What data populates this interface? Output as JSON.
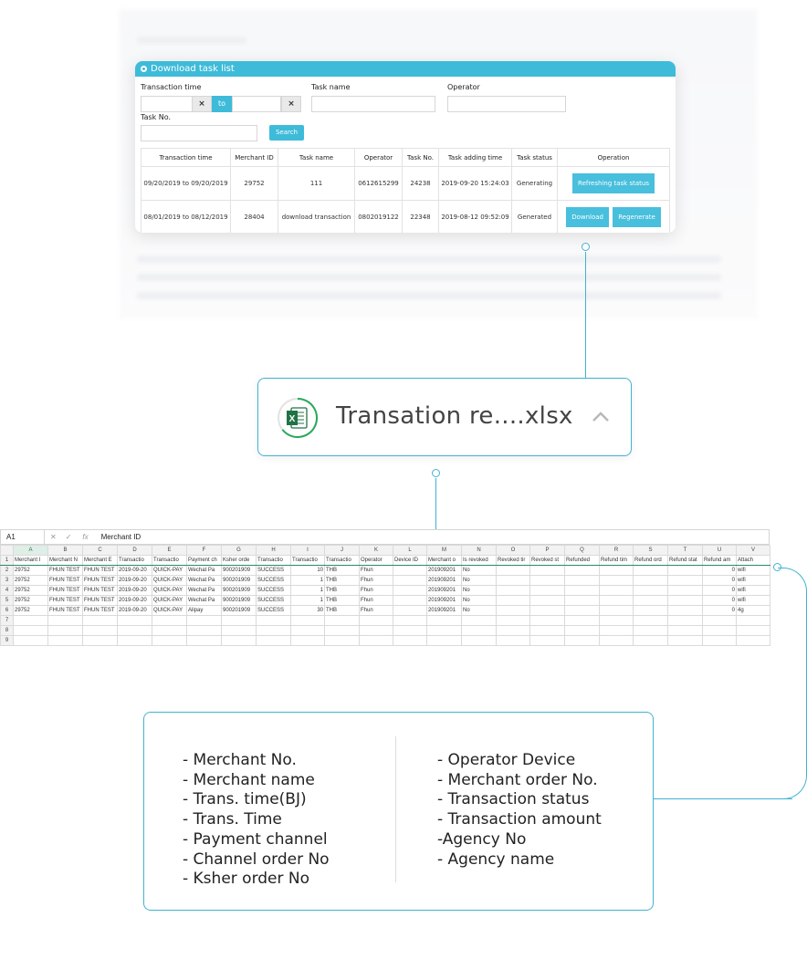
{
  "panel": {
    "title": "Download task list",
    "filters": {
      "transaction_time_label": "Transaction time",
      "clear_glyph": "×",
      "to_label": "to",
      "task_name_label": "Task name",
      "operator_label": "Operator",
      "task_no_label": "Task No.",
      "search_label": "Search"
    },
    "table": {
      "headers": [
        "Transaction time",
        "Merchant ID",
        "Task name",
        "Operator",
        "Task No.",
        "Task adding time",
        "Task status",
        "Operation"
      ],
      "rows": [
        {
          "transaction_time": "09/20/2019 to 09/20/2019",
          "merchant_id": "29752",
          "task_name": "111",
          "operator": "0612615299",
          "task_no": "24238",
          "task_adding_time": "2019-09-20 15:24:03",
          "task_status": "Generating",
          "actions": [
            "Refreshing task status"
          ]
        },
        {
          "transaction_time": "08/01/2019 to 08/12/2019",
          "merchant_id": "28404",
          "task_name": "download transaction",
          "operator": "0802019122",
          "task_no": "22348",
          "task_adding_time": "2019-08-12 09:52:09",
          "task_status": "Generated",
          "actions": [
            "Download",
            "Regenerate"
          ]
        }
      ]
    }
  },
  "file_chip": {
    "filename": "Transation re....xlsx",
    "icon": "excel-file-icon",
    "chevron": "chevron-up-icon"
  },
  "spreadsheet": {
    "cell_ref": "A1",
    "fx": "fx",
    "formula_value": "Merchant ID",
    "columns": [
      "A",
      "B",
      "C",
      "D",
      "E",
      "F",
      "G",
      "H",
      "I",
      "J",
      "K",
      "L",
      "M",
      "N",
      "O",
      "P",
      "Q",
      "R",
      "S",
      "T",
      "U",
      "V"
    ],
    "header_row": [
      "Merchant I",
      "Merchant N",
      "Merchant E",
      "Transactio",
      "Transactio",
      "Payment ch",
      "Ksher orde",
      "Transactio",
      "Transactio",
      "Transactio",
      "Operator",
      "Device ID",
      "Merchant o",
      "Is revoked",
      "Revoked tir",
      "Revoked st",
      "Refunded",
      "Refund tim",
      "Refund ord",
      "Refund stat",
      "Refund am",
      "Attach"
    ],
    "data_rows": [
      [
        "29752",
        "FHUN TEST",
        "FHUN TEST",
        "2019-09-20",
        "QUICK-PAY",
        "Wechat Pa",
        "900201909",
        "SUCCESS",
        "10",
        "THB",
        "Fhun",
        "",
        "201909201",
        "No",
        "",
        "",
        "",
        "",
        "",
        "",
        "0",
        "wifi"
      ],
      [
        "29752",
        "FHUN TEST",
        "FHUN TEST",
        "2019-09-20",
        "QUICK-PAY",
        "Wechat Pa",
        "900201909",
        "SUCCESS",
        "1",
        "THB",
        "Fhun",
        "",
        "201909201",
        "No",
        "",
        "",
        "",
        "",
        "",
        "",
        "0",
        "wifi"
      ],
      [
        "29752",
        "FHUN TEST",
        "FHUN TEST",
        "2019-09-20",
        "QUICK-PAY",
        "Wechat Pa",
        "900201909",
        "SUCCESS",
        "1",
        "THB",
        "Fhun",
        "",
        "201909201",
        "No",
        "",
        "",
        "",
        "",
        "",
        "",
        "0",
        "wifi"
      ],
      [
        "29752",
        "FHUN TEST",
        "FHUN TEST",
        "2019-09-20",
        "QUICK-PAY",
        "Wechat Pa",
        "900201909",
        "SUCCESS",
        "1",
        "THB",
        "Fhun",
        "",
        "201909201",
        "No",
        "",
        "",
        "",
        "",
        "",
        "",
        "0",
        "wifi"
      ],
      [
        "29752",
        "FHUN TEST",
        "FHUN TEST",
        "2019-09-20",
        "QUICK-PAY",
        "Alipay",
        "900201909",
        "SUCCESS",
        "30",
        "THB",
        "Fhun",
        "",
        "201909201",
        "No",
        "",
        "",
        "",
        "",
        "",
        "",
        "0",
        "4g"
      ]
    ],
    "row_numbers": [
      "1",
      "2",
      "3",
      "4",
      "5",
      "6",
      "7",
      "8",
      "9"
    ]
  },
  "fields_box": {
    "left": [
      "- Merchant No.",
      "- Merchant name",
      "- Trans. time(BJ)",
      "- Trans. Time",
      "- Payment channel",
      "- Channel order No",
      "- Ksher order No"
    ],
    "right": [
      "- Operator Device",
      "- Merchant order No.",
      "- Transaction status",
      "- Transaction amount",
      "-Agency No",
      "- Agency name"
    ]
  },
  "colors": {
    "accent": "#3ebbd9",
    "connector": "#41b3cf",
    "excel_green": "#217346"
  }
}
